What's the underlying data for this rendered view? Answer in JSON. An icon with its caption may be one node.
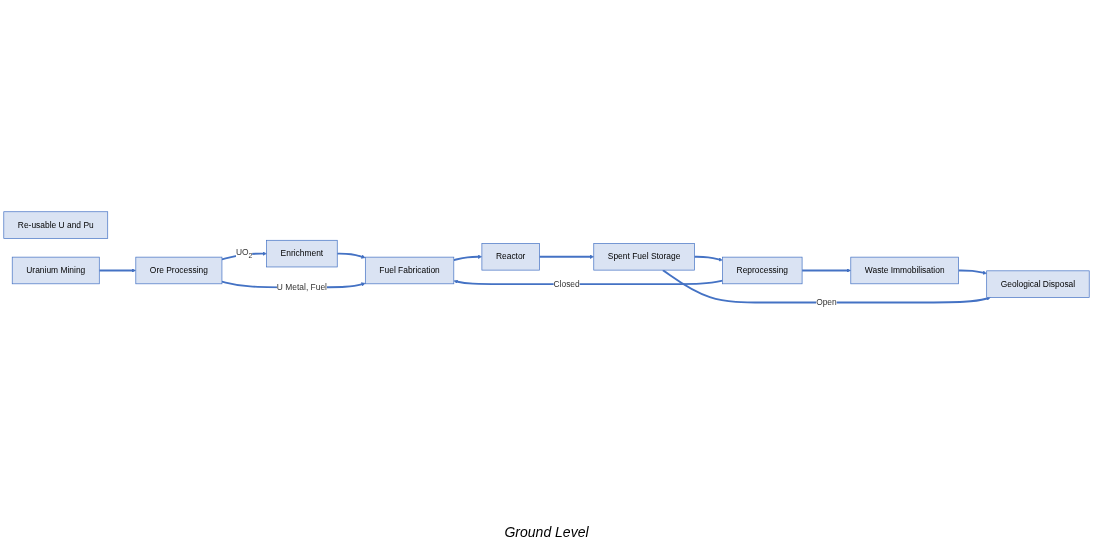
{
  "diagram": {
    "nodes": [
      {
        "text": [
          "Enrichment"
        ]
      },
      {
        "text": [
          "Re-usable U and Pu"
        ]
      },
      {
        "text": [
          "Ore Processing"
        ]
      },
      {
        "text": [
          "Fuel Fabrication"
        ]
      },
      {
        "text": [
          "Reactor"
        ]
      },
      {
        "text": [
          "Reprocessing"
        ]
      },
      {
        "text": [
          "Waste Immobilisation"
        ]
      },
      {
        "text": [
          "Spent Fuel Storage"
        ]
      },
      {
        "text": [
          "Uranium Mining"
        ]
      },
      {
        "text": [
          "Geological Disposal"
        ]
      }
    ],
    "edges": [
      {
        "from": 8,
        "to": 2,
        "arrow": "to"
      },
      {
        "from": 2,
        "to": 0,
        "arrow": "to",
        "label": "UO$_{2}$"
      },
      {
        "from": 0,
        "to": 3,
        "arrow": "to"
      },
      {
        "from": 2,
        "to": 3,
        "arrow": "to",
        "label": "U Metal, Fuel"
      },
      {
        "from": 3,
        "to": 4,
        "arrow": "to"
      },
      {
        "from": 4,
        "to": 7,
        "arrow": "to"
      },
      {
        "from": 7,
        "to": 5,
        "arrow": "to"
      },
      {
        "from": 5,
        "to": 3,
        "arrow": "to",
        "label": "Closed"
      },
      {
        "from": 5,
        "to": 6,
        "arrow": "to"
      },
      {
        "from": 6,
        "to": 9,
        "arrow": "to"
      },
      {
        "from": 7,
        "to": 9,
        "arrow": "to",
        "label": "Open"
      }
    ],
    "labels": [
      "Ground Level"
    ]
  }
}
